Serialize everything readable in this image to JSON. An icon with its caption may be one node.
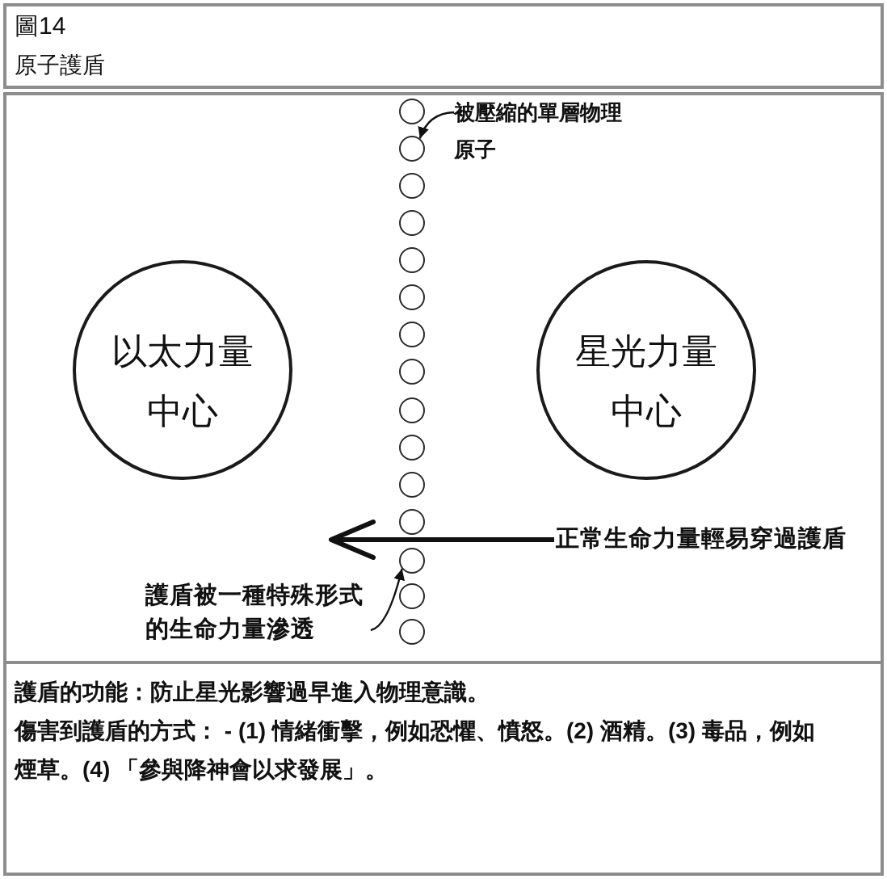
{
  "diagram": {
    "title": "原子護盾",
    "nodes": [
      {
        "text": [
          "被壓縮的單層物理原子"
        ]
      },
      {
        "text": [],
        "shape": "circle"
      },
      {
        "text": [],
        "shape": "circle"
      },
      {
        "text": [],
        "shape": "circle"
      },
      {
        "text": [],
        "shape": "circle"
      },
      {
        "text": [],
        "shape": "circle"
      },
      {
        "text": [],
        "shape": "circle"
      },
      {
        "text": [],
        "shape": "circle"
      },
      {
        "text": [],
        "shape": "circle"
      },
      {
        "text": [],
        "shape": "circle"
      },
      {
        "text": [],
        "shape": "circle"
      },
      {
        "text": [],
        "shape": "circle"
      },
      {
        "text": [],
        "shape": "circle"
      },
      {
        "text": [],
        "shape": "circle"
      },
      {
        "text": [],
        "shape": "circle"
      },
      {
        "text": [],
        "shape": "circle"
      },
      {
        "text": [
          "以太力量中心"
        ]
      },
      {
        "text": [
          "星光力量中心"
        ]
      },
      {
        "text": [
          "護盾被一種特殊形式的生命力量滲透"
        ]
      }
    ],
    "edges": [
      {
        "from": 0,
        "to": 2,
        "arrow": "to"
      },
      {
        "from": 18,
        "to": 13,
        "arrow": "to"
      }
    ],
    "labels": [
      "圖14",
      "正常生命力量輕易穿過護盾",
      "護盾的功能：防止星光影響過早進入物理意識。",
      "傷害到護盾的方式： - (1) 情緒衝擊，例如恐懼、憤怒。(2) 酒精。(3) 毒品，例如煙草。(4) 「參與降神會以求發展」。"
    ]
  }
}
